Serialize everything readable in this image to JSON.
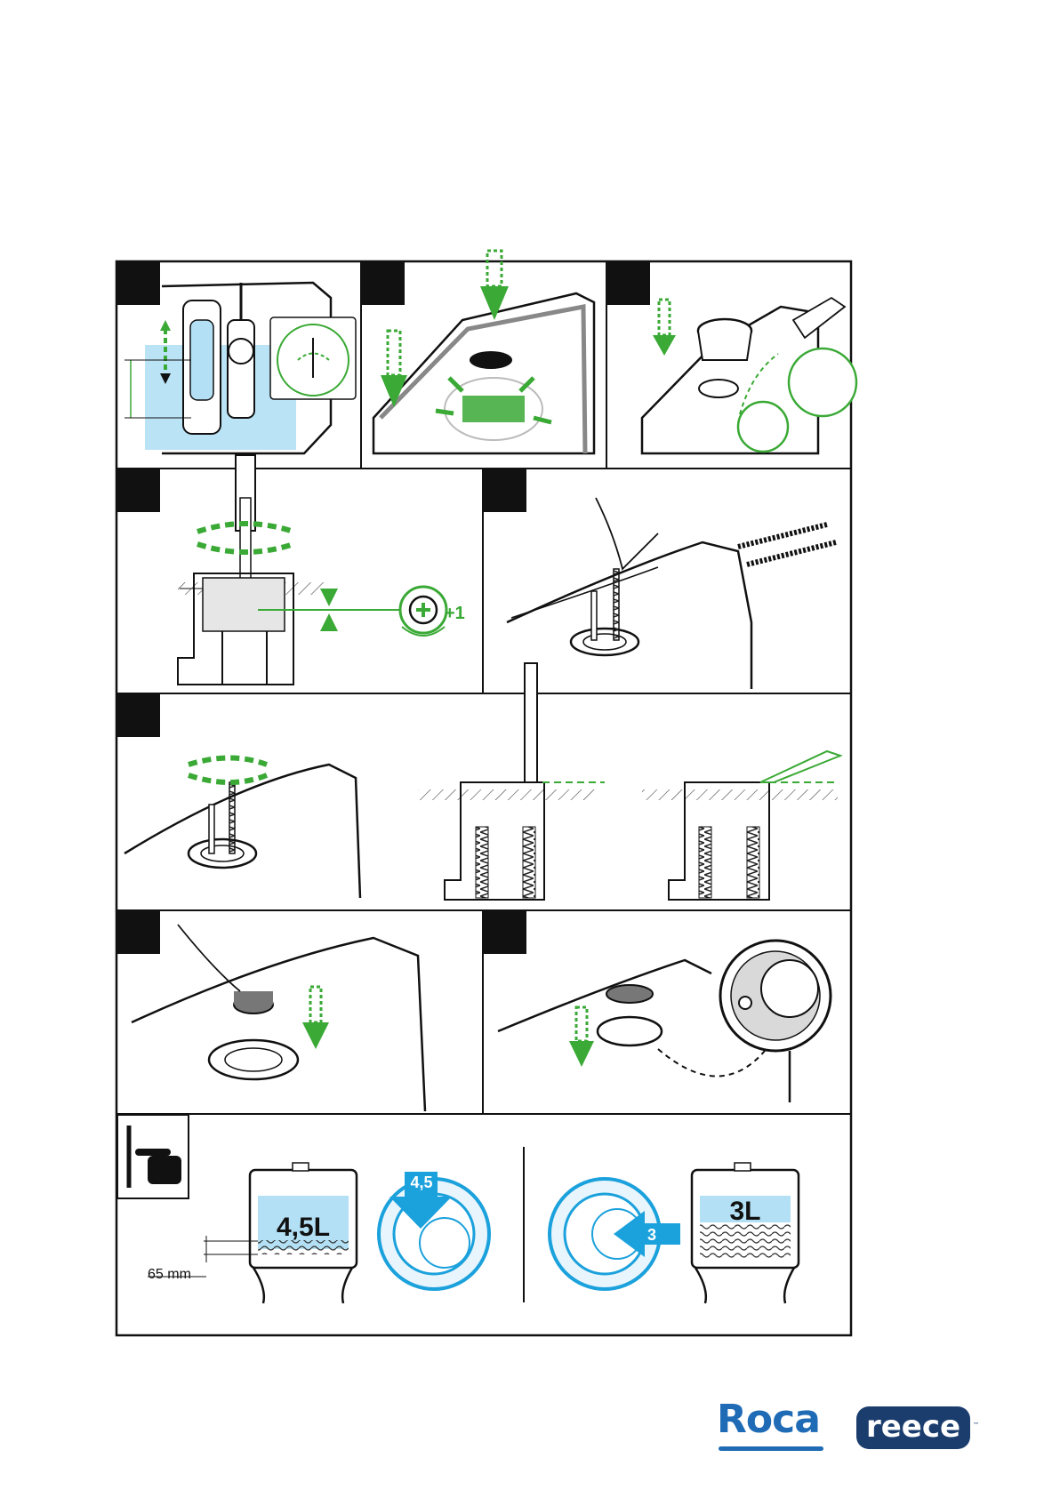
{
  "panel_6_labels": {
    "plus_one": "+1"
  },
  "panel_9_labels": {
    "pointer_hand_icon": "pointer-hand-icon"
  },
  "full_flush": {
    "volume_label": "4,5L",
    "button_label": "4,5",
    "dimension_label": "65 mm"
  },
  "half_flush": {
    "volume_label": "3L",
    "button_label": "3"
  },
  "logos": {
    "roca": "Roca",
    "reece": "reece",
    "reece_tm": "™"
  },
  "colors": {
    "accent_green": "#3aa935",
    "water_blue": "#b3e0f5",
    "button_blue": "#1ba1dc",
    "roca_blue": "#1f6bb5",
    "reece_navy": "#1a3d6e",
    "line": "#1a1a1a"
  }
}
